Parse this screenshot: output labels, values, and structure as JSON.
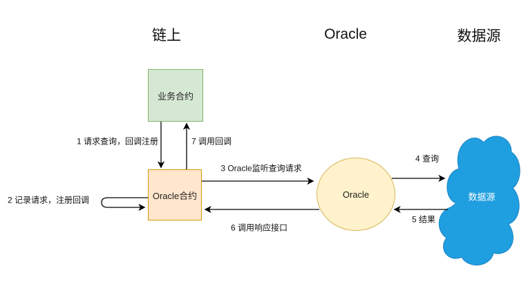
{
  "headers": {
    "onchain": "链上",
    "oracle": "Oracle",
    "datasource": "数据源"
  },
  "nodes": {
    "business_contract": "业务合约",
    "oracle_contract": "Oracle合约",
    "oracle": "Oracle",
    "data_source": "数据源"
  },
  "edges": {
    "e1": "1 请求查询，回调注册",
    "e2": "2 记录请求，注册回调",
    "e3": "3 Oracle监听查询请求",
    "e4": "4 查询",
    "e5": "5 结果",
    "e6": "6 调用响应接口",
    "e7": "7 调用回调"
  },
  "colors": {
    "business_fill": "#d5e8d4",
    "business_stroke": "#82b366",
    "contract_fill": "#ffe6cc",
    "contract_stroke": "#d79b00",
    "oracle_fill": "#fff2cc",
    "oracle_stroke": "#d6b656",
    "cloud_fill": "#1f9ee0",
    "cloud_stroke": "#1a85c2",
    "arrow": "#000000"
  }
}
